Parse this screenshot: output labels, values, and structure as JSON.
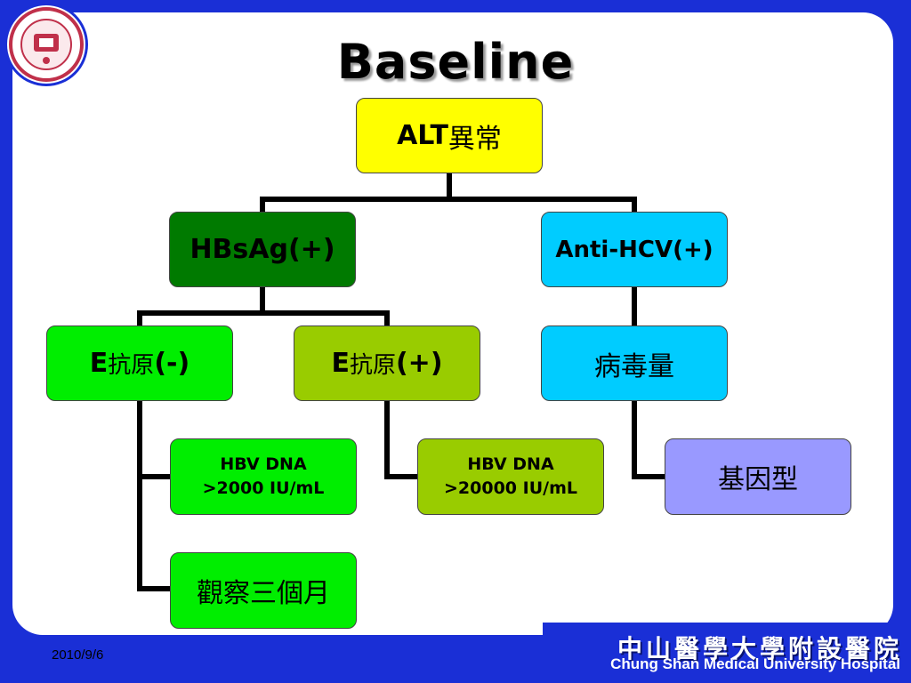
{
  "slide": {
    "title": "Baseline",
    "date": "2010/9/6",
    "hospital_cn": "中山醫學大學附設醫院",
    "hospital_en": "Chung Shan Medical University Hospital"
  },
  "colors": {
    "background": "#1a2fd6",
    "yellow": "#ffff00",
    "dark_green": "#007a00",
    "cyan": "#00ccff",
    "bright_green": "#00ee00",
    "lime": "#99cc00",
    "lavender": "#9999ff"
  },
  "nodes": {
    "root": {
      "latin": "ALT",
      "cjk": "異常"
    },
    "hbsag": {
      "text": "HBsAg(+)"
    },
    "anti_hcv": {
      "text": "Anti-HCV(+)"
    },
    "e_neg": {
      "prefix": "E",
      "cjk": "抗原",
      "suffix": "(-)"
    },
    "e_pos": {
      "prefix": "E",
      "cjk": "抗原",
      "suffix": "(+)"
    },
    "viral_load": {
      "text": "病毒量"
    },
    "dna_2000": {
      "line1": "HBV DNA",
      "line2": ">2000 IU/mL"
    },
    "dna_20000": {
      "line1": "HBV DNA",
      "line2": ">20000 IU/mL"
    },
    "genotype": {
      "text": "基因型"
    },
    "observe": {
      "text": "觀察三個月"
    }
  }
}
